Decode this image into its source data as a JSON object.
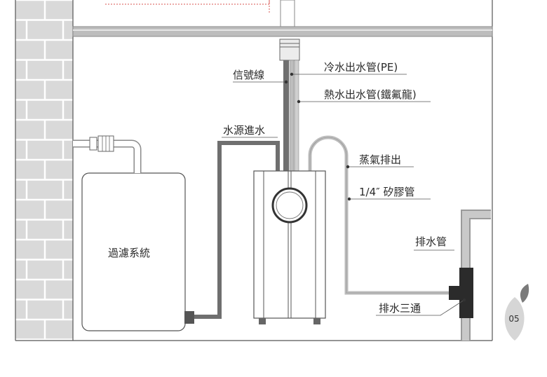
{
  "labels": {
    "signal_line": "信號線",
    "cold_outlet": "冷水出水管(PE)",
    "hot_outlet": "熱水出水管(鐵氟龍)",
    "water_inlet": "水源進水",
    "steam_exhaust": "蒸氣排出",
    "silicone_tube": "1/4″ 矽膠管",
    "drain_pipe": "排水管",
    "filter_system": "過濾系統",
    "drain_tee": "排水三通"
  },
  "page": {
    "number": "05"
  },
  "colors": {
    "pipe_dark": "#6f6f6f",
    "pipe_light": "#bdbdbd",
    "wall": "#d9d9d9",
    "outline": "#555555",
    "accent_red": "#d9534f",
    "tee": "#2b2b2b"
  }
}
